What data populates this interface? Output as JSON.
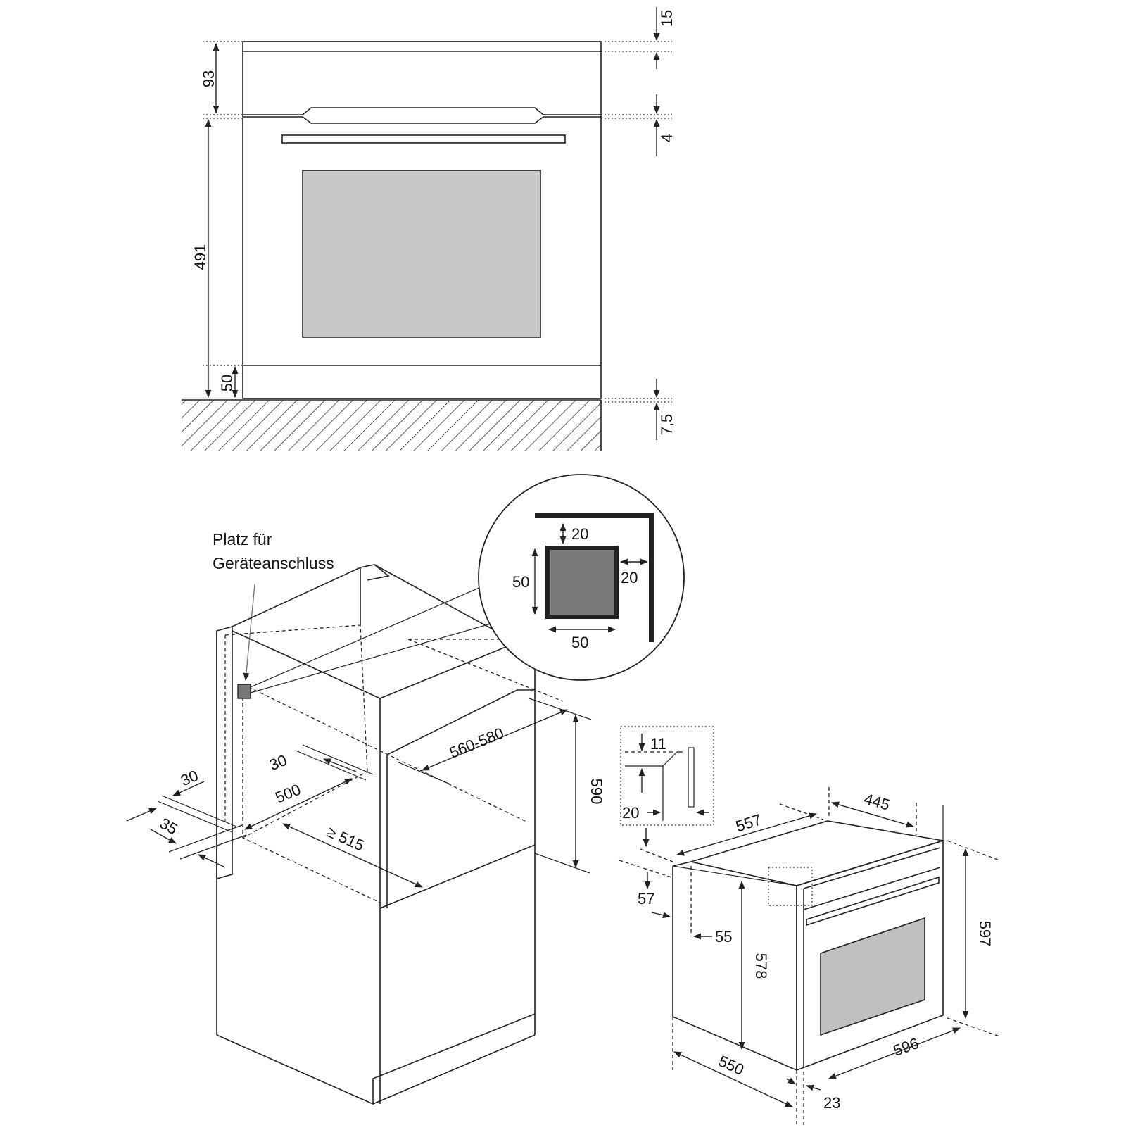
{
  "front_view": {
    "dim_top_15": "15",
    "dim_93": "93",
    "dim_4_upper": "4",
    "dim_4_lower": "4",
    "dim_491": "491",
    "dim_50": "50",
    "dim_7_5": "7,5",
    "hatch_color": "#222222",
    "window_color": "#c8c8c8"
  },
  "cabinet_view": {
    "label_line1": "Platz für",
    "label_line2": "Geräteanschluss",
    "dim_560_580": "560-580",
    "dim_590": "590",
    "dim_30_upper": "30",
    "dim_30_left": "30",
    "dim_500": "500",
    "dim_35": "35",
    "dim_515": "≥ 515",
    "socket_color": "#777777"
  },
  "detail_circle": {
    "dim_top_20": "20",
    "dim_right_20": "20",
    "dim_left_50": "50",
    "dim_bottom_50": "50",
    "box_color": "#7a7a7a"
  },
  "oven_iso_view": {
    "dim_11": "11",
    "dim_20": "20",
    "dim_557": "557",
    "dim_445": "445",
    "dim_57": "57",
    "dim_55": "55",
    "dim_578": "578",
    "dim_597": "597",
    "dim_550": "550",
    "dim_596": "596",
    "dim_23": "23",
    "window_color": "#c0c0c0"
  }
}
